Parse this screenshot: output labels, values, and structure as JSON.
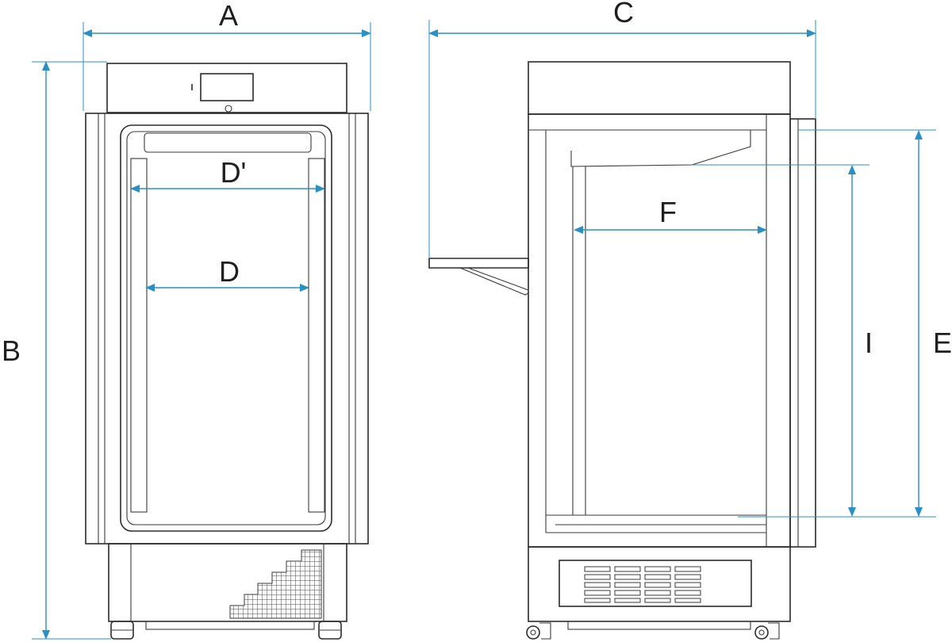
{
  "dimension_labels": {
    "A": "A",
    "B": "B",
    "C": "C",
    "D_prime": "D'",
    "D": "D",
    "E": "E",
    "F": "F",
    "I": "I"
  },
  "colors": {
    "dimension_line": "#2a8fc4",
    "outline": "#2b2b2b"
  },
  "views": [
    "front-view",
    "side-view"
  ]
}
